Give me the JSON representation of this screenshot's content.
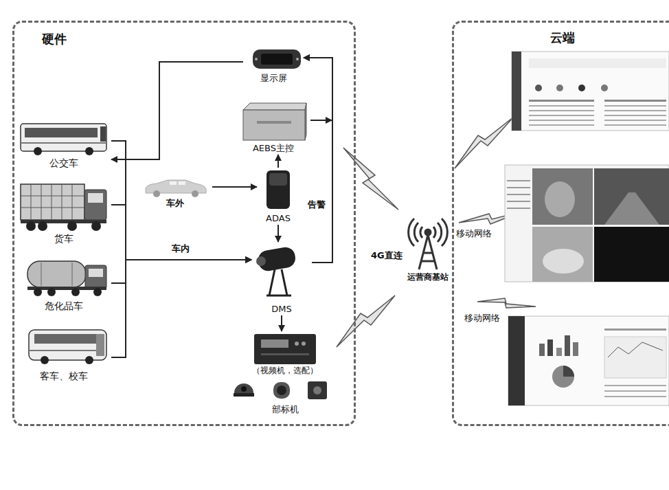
{
  "diagram": {
    "nodes": [
      {
        "text": [
          "硬件"
        ]
      },
      {
        "text": [
          "云端"
        ]
      },
      {
        "text": [
          "公交车"
        ],
        "in": 0
      },
      {
        "text": [
          "货车"
        ],
        "in": 0
      },
      {
        "text": [
          "危化品车"
        ],
        "in": 0
      },
      {
        "text": [
          "客车、校车"
        ],
        "in": 0
      },
      {
        "text": [
          "显示屏"
        ],
        "in": 0
      },
      {
        "text": [
          "AEBS主控"
        ],
        "in": 0
      },
      {
        "text": [
          "车外"
        ],
        "in": 0
      },
      {
        "text": [
          "ADAS"
        ],
        "in": 0
      },
      {
        "text": [
          "DMS"
        ],
        "in": 0
      },
      {
        "text": [
          "（视频机，选配）",
          "部标机"
        ],
        "in": 0
      },
      {
        "text": [
          "运营商基站"
        ]
      }
    ],
    "edges": [
      {
        "from": 6,
        "to": 2,
        "arrow": "to"
      },
      {
        "from": 2,
        "to": 10,
        "arrow": "to"
      },
      {
        "from": 3,
        "to": 10,
        "arrow": "to"
      },
      {
        "from": 4,
        "to": 10,
        "arrow": "to"
      },
      {
        "from": 5,
        "to": 10,
        "arrow": "to"
      },
      {
        "from": 8,
        "to": 9,
        "arrow": "to"
      },
      {
        "from": 9,
        "to": 7,
        "arrow": "to"
      },
      {
        "from": 9,
        "to": 10,
        "arrow": "to"
      },
      {
        "from": 10,
        "to": 11,
        "arrow": "to"
      },
      {
        "from": 7,
        "to": 6,
        "arrow": "to"
      },
      {
        "from": 10,
        "to": 6,
        "arrow": "to"
      }
    ],
    "labels": [
      "车内",
      "告警",
      "4G直连",
      "移动网络",
      "移动网络"
    ]
  }
}
